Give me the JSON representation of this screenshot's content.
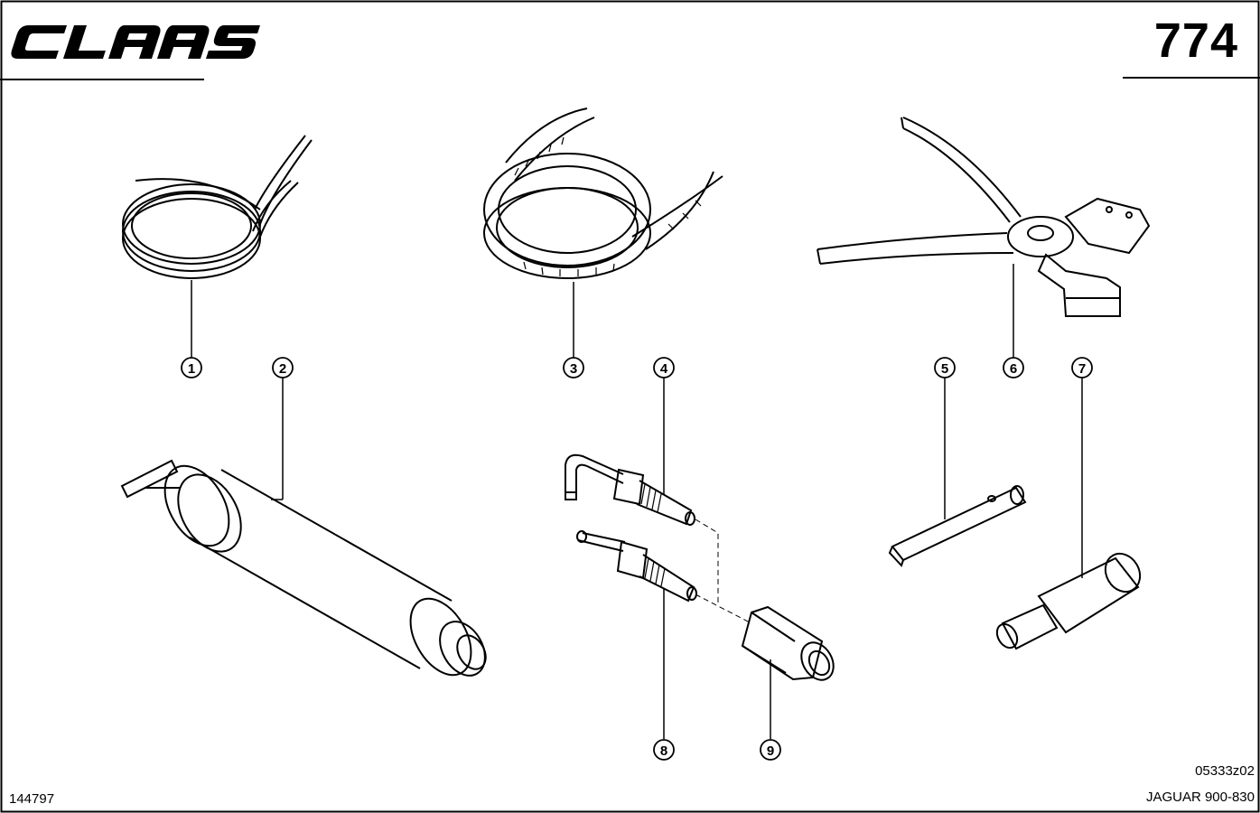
{
  "header": {
    "brand_logo_text": "CLAAS",
    "page_number": "774"
  },
  "callouts": [
    "1",
    "2",
    "3",
    "4",
    "5",
    "6",
    "7",
    "8",
    "9"
  ],
  "footer": {
    "drawing_code": "05333z02",
    "document_id": "144797",
    "model": "JAGUAR 900-830"
  }
}
